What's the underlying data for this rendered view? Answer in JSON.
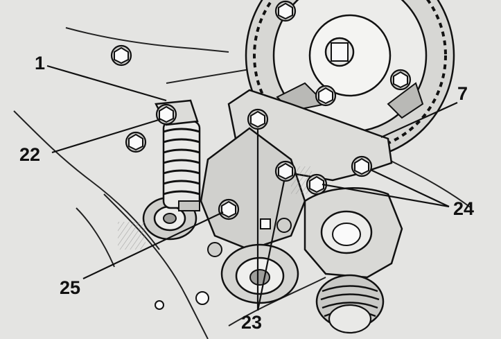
{
  "diagram": {
    "callouts": [
      {
        "id": "c1",
        "label": "1"
      },
      {
        "id": "c7",
        "label": "7"
      },
      {
        "id": "c22",
        "label": "22"
      },
      {
        "id": "c24",
        "label": "24"
      },
      {
        "id": "c25",
        "label": "25"
      },
      {
        "id": "c23",
        "label": "23"
      }
    ],
    "colors": {
      "background": "#e4e4e2",
      "ink": "#111111",
      "shade": "#a9a9a6"
    }
  }
}
